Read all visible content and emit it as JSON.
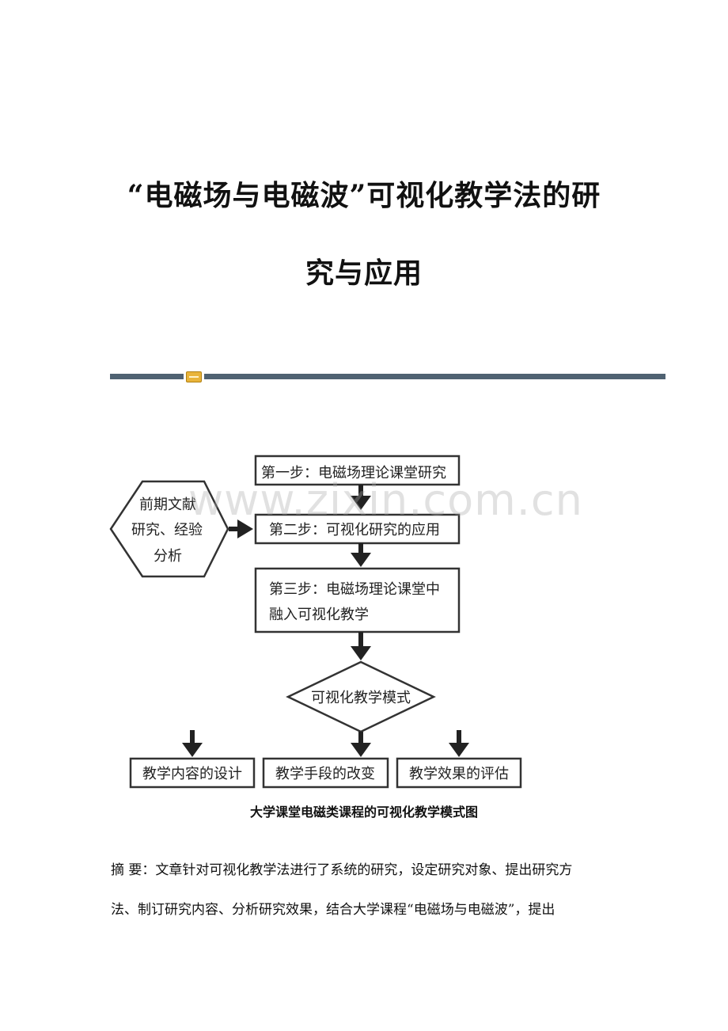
{
  "title": {
    "line1": "“电磁场与电磁波”可视化教学法的研",
    "line2": "究与应用"
  },
  "colors": {
    "rule": "#4f6272",
    "rule_mark": "#e9b43a"
  },
  "flowchart": {
    "step1": "第一步：电磁场理论课堂研究",
    "step2": "第二步：可视化研究的应用",
    "step3_line1": "第三步：电磁场理论课堂中",
    "step3_line2": "融入可视化教学",
    "side_line1": "前期文献",
    "side_line2": "研究、经验",
    "side_line3": "分析",
    "decision": "可视化教学模式",
    "out1": "教学内容的设计",
    "out2": "教学手段的改变",
    "out3": "教学效果的评估"
  },
  "watermark": "www.zixin.com.cn",
  "caption": "大学课堂电磁类课程的可视化教学模式图",
  "abstract": {
    "line1": "摘 要：文章针对可视化教学法进行了系统的研究，设定研究对象、提出研究方",
    "line2": "法、制订研究内容、分析研究效果，结合大学课程“电磁场与电磁波”，提出"
  }
}
